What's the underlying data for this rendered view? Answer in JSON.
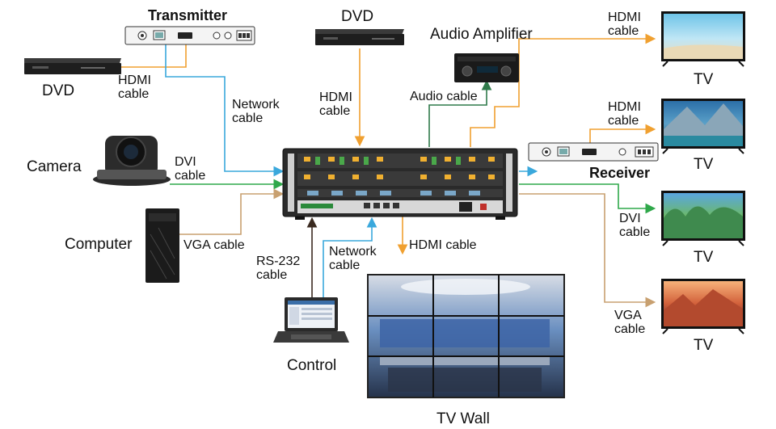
{
  "colors": {
    "hdmi": "#f0a030",
    "network": "#3aa8dc",
    "dvi": "#2fa84a",
    "vga": "#c8a070",
    "rs232": "#3a2a20",
    "audio": "#2f7a4a"
  },
  "labels": {
    "transmitter": "Transmitter",
    "receiver": "Receiver",
    "dvd_top": "DVD",
    "dvd_left": "DVD",
    "audio_amplifier": "Audio Amplifier",
    "camera": "Camera",
    "computer": "Computer",
    "control": "Control",
    "tv_wall": "TV Wall",
    "tv1": "TV",
    "tv2": "TV",
    "tv3": "TV",
    "tv4": "TV"
  },
  "cables": {
    "hdmi_left_1": "HDMI",
    "hdmi_left_2": "cable",
    "network_left_1": "Network",
    "network_left_2": "cable",
    "hdmi_top_1": "HDMI",
    "hdmi_top_2": "cable",
    "audio": "Audio cable",
    "dvi_left_1": "DVI",
    "dvi_left_2": "cable",
    "vga_left": "VGA cable",
    "rs232_1": "RS-232",
    "rs232_2": "cable",
    "network_bottom_1": "Network",
    "network_bottom_2": "cable",
    "hdmi_bottom": "HDMI cable",
    "hdmi_tv1_1": "HDMI",
    "hdmi_tv1_2": "cable",
    "hdmi_tv2_1": "HDMI",
    "hdmi_tv2_2": "cable",
    "dvi_right_1": "DVI",
    "dvi_right_2": "cable",
    "vga_right_1": "VGA",
    "vga_right_2": "cable"
  }
}
